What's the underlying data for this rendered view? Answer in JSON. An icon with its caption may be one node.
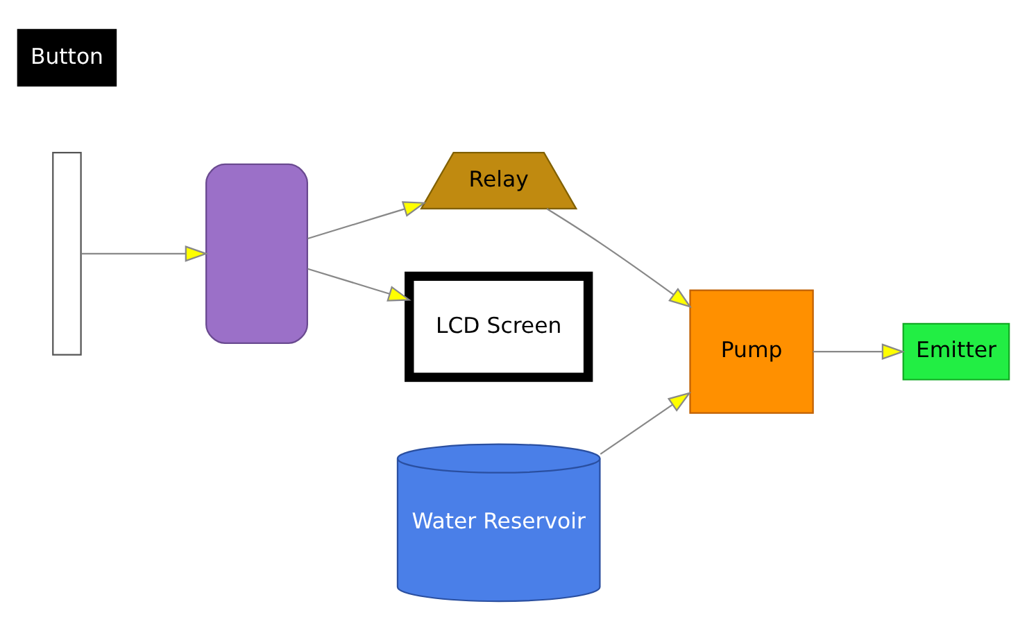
{
  "diagram": {
    "nodes": [
      {
        "text": [
          "Pump"
        ]
      },
      {
        "text": [
          "Relay"
        ]
      },
      {
        "text": [],
        "shape": "box"
      },
      {
        "text": [],
        "shape": "bar"
      },
      {
        "text": [
          "Water Reservoir"
        ]
      },
      {
        "text": [
          "Emitter"
        ]
      },
      {
        "text": [
          "LCD Screen"
        ]
      },
      {
        "text": [
          "Button"
        ]
      }
    ],
    "edges": [
      {
        "from": 3,
        "to": 2,
        "arrow": "to"
      },
      {
        "from": 2,
        "to": 1,
        "arrow": "to"
      },
      {
        "from": 1,
        "to": 0,
        "arrow": "to"
      },
      {
        "from": 4,
        "to": 0,
        "arrow": "to"
      },
      {
        "from": 0,
        "to": 5,
        "arrow": "to"
      },
      {
        "from": 2,
        "to": 6,
        "arrow": "to"
      }
    ]
  }
}
